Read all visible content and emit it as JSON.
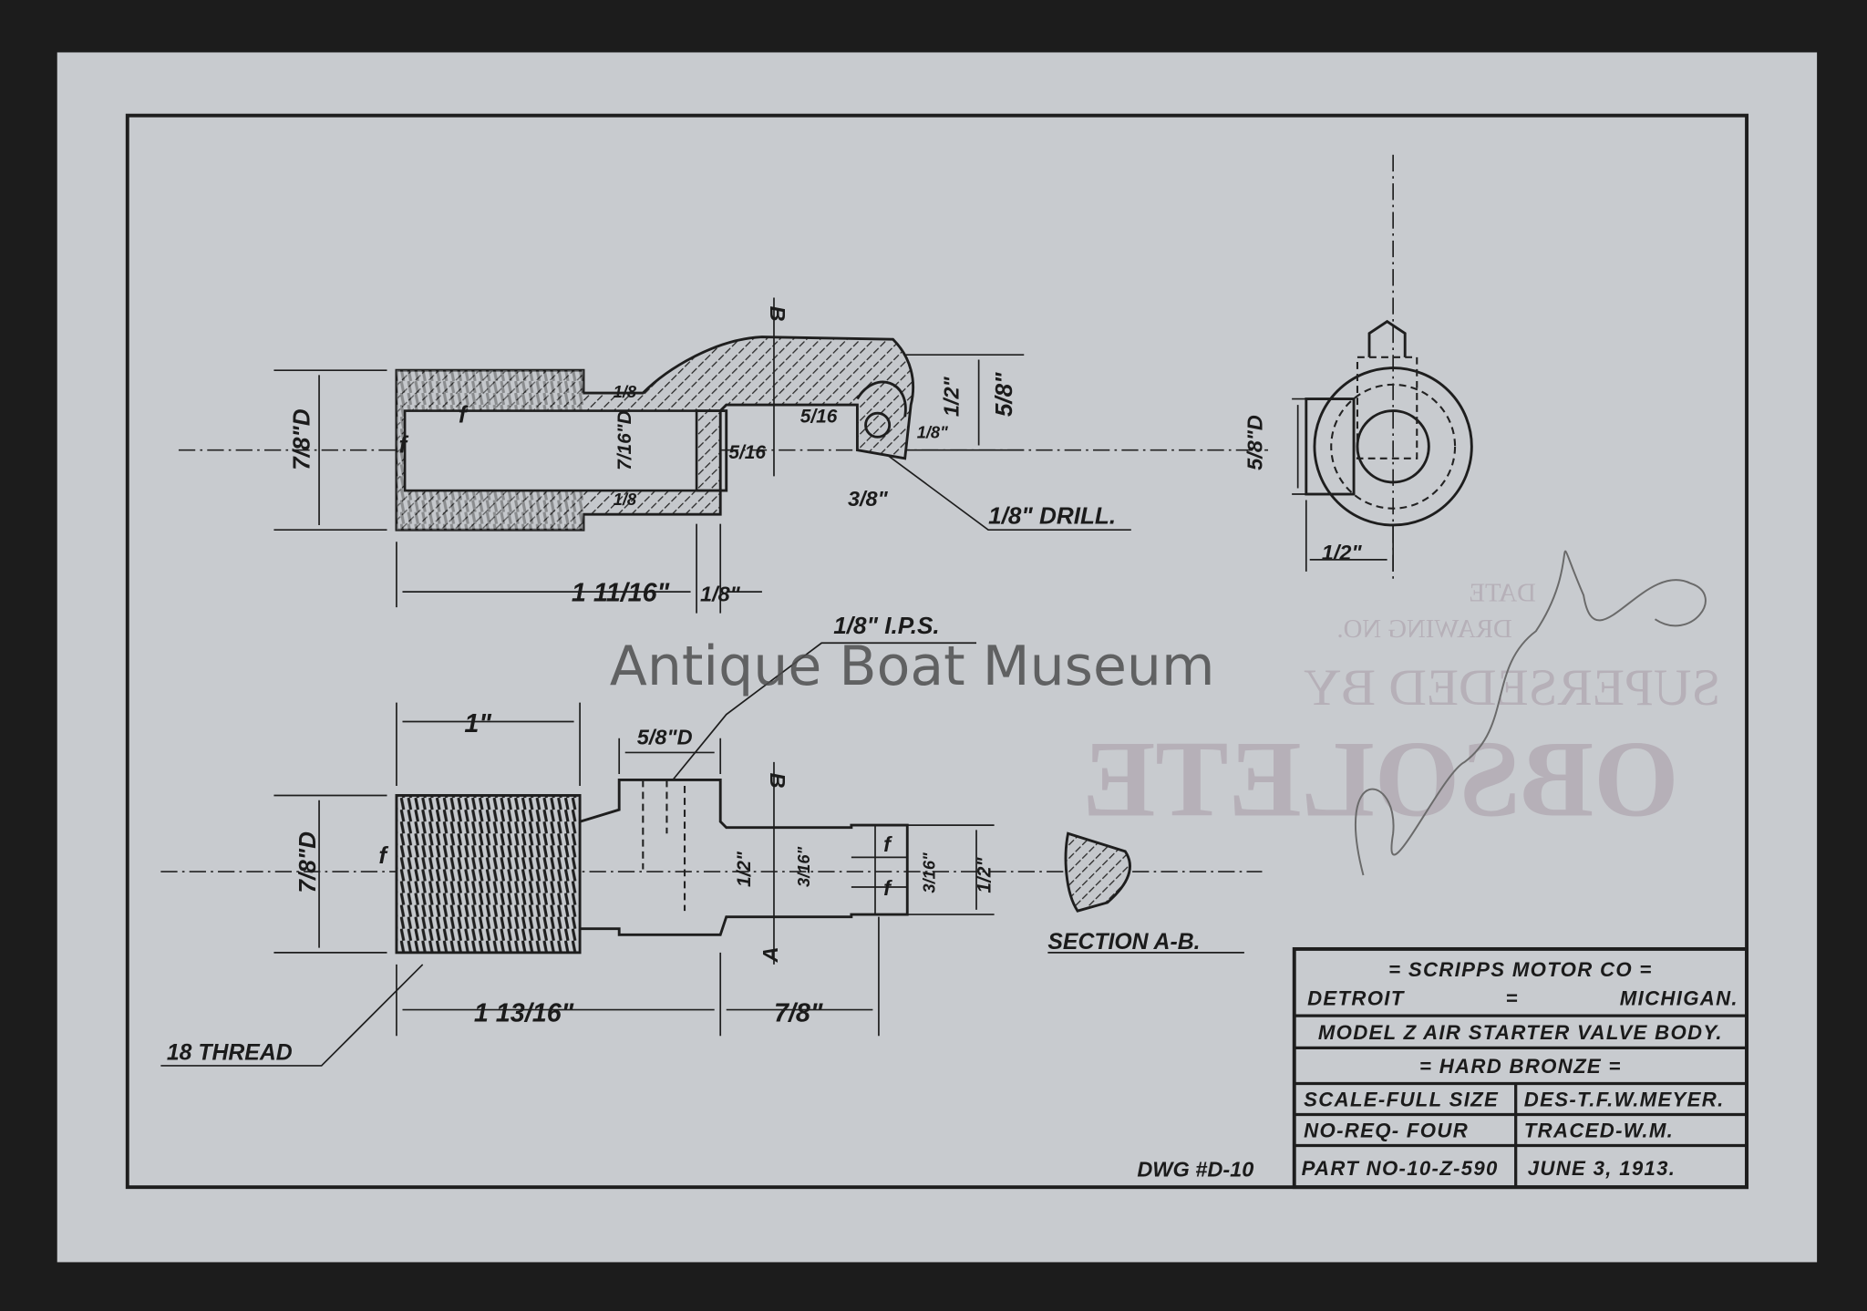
{
  "watermark": "Antique Boat Museum",
  "stamp": {
    "date_label": "DATE",
    "drawing_no_label": "DRAWING NO.",
    "superseded_label": "SUPERSEDED BY",
    "obsolete_label": "OBSOLETE"
  },
  "title_block": {
    "company": "= SCRIPPS MOTOR CO =",
    "city": "DETROIT",
    "state": "MICHIGAN.",
    "title": "MODEL Z AIR STARTER VALVE BODY.",
    "material": "= HARD BRONZE =",
    "scale": "SCALE-FULL SIZE",
    "designer": "DES-T.F.W.MEYER.",
    "quantity": "NO-REQ- FOUR",
    "tracer": "TRACED-W.M.",
    "part_no": "PART NO-10-Z-590",
    "date": "JUNE 3, 1913."
  },
  "drawing_number": "DWG #D-10",
  "annotations": {
    "thread": "18 THREAD",
    "section": "SECTION A-B.",
    "drill": "1/8\" DRILL.",
    "ips": "1/8\" I.P.S.",
    "section_a": "A",
    "section_b": "B",
    "finish": "f"
  },
  "dimensions": {
    "top_dia": "7/8\"D",
    "top_length": "1 11/16\"",
    "top_wall": "1/8\"",
    "bore_dia": "7/16\"D",
    "bore_wall_top": "1/8",
    "bore_wall_bottom": "1/8",
    "arm_thick": "5/16",
    "arm_width": "5/16",
    "arm_height": "1/2\"",
    "arm_hole_height": "5/8\"",
    "arm_offset": "1/8\"",
    "arm_x": "3/8\"",
    "side_dia": "5/8\"D",
    "side_width": "1/2\"",
    "bottom_thread_len": "1\"",
    "bottom_boss": "5/8\"D",
    "bottom_dia": "7/8\"D",
    "bottom_length": "1 13/16\"",
    "bottom_tip": "7/8\"",
    "neck_dia": "1/2\"",
    "slot": "3/16\"",
    "slot2": "3/16\"",
    "tip_dia": "1/2\""
  },
  "colors": {
    "paper": "#c8cbcf",
    "ink": "#1e1e1e",
    "mat": "#1c1c1c"
  }
}
